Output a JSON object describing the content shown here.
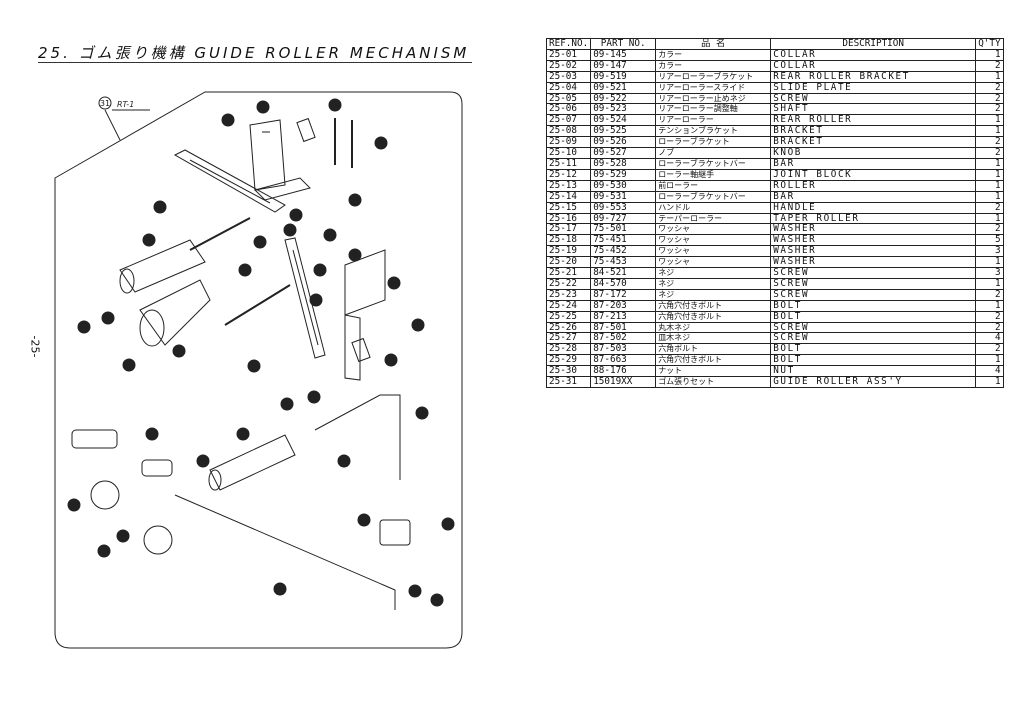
{
  "header": {
    "title": "25. ゴム張り機構 GUIDE ROLLER MECHANISM",
    "page_number": "-25-"
  },
  "drawing": {
    "frame_label": "RT-1",
    "frame_callout": "31"
  },
  "parts_table": {
    "columns": [
      "REF.NO.",
      "PART NO.",
      "品 名",
      "DESCRIPTION",
      "Q'TY"
    ],
    "rows": [
      {
        "ref": "25-01",
        "part": "09-145",
        "name": "カラー",
        "desc": "COLLAR",
        "qty": "1"
      },
      {
        "ref": "25-02",
        "part": "09-147",
        "name": "カラー",
        "desc": "COLLAR",
        "qty": "2"
      },
      {
        "ref": "25-03",
        "part": "09-519",
        "name": "リアーローラーブラケット",
        "desc": "REAR ROLLER BRACKET",
        "qty": "1"
      },
      {
        "ref": "25-04",
        "part": "09-521",
        "name": "リアーローラースライド",
        "desc": "SLIDE PLATE",
        "qty": "2"
      },
      {
        "ref": "25-05",
        "part": "09-522",
        "name": "リアーローラー止めネジ",
        "desc": "SCREW",
        "qty": "2"
      },
      {
        "ref": "25-06",
        "part": "09-523",
        "name": "リアーローラー調整軸",
        "desc": "SHAFT",
        "qty": "2"
      },
      {
        "ref": "25-07",
        "part": "09-524",
        "name": "リアーローラー",
        "desc": "REAR ROLLER",
        "qty": "1"
      },
      {
        "ref": "25-08",
        "part": "09-525",
        "name": "テンションブラケット",
        "desc": "BRACKET",
        "qty": "1"
      },
      {
        "ref": "25-09",
        "part": "09-526",
        "name": "ローラーブラケット",
        "desc": "BRACKET",
        "qty": "2"
      },
      {
        "ref": "25-10",
        "part": "09-527",
        "name": "ノブ",
        "desc": "KNOB",
        "qty": "2"
      },
      {
        "ref": "25-11",
        "part": "09-528",
        "name": "ローラーブラケットバー",
        "desc": "BAR",
        "qty": "1"
      },
      {
        "ref": "25-12",
        "part": "09-529",
        "name": "ローラー軸継手",
        "desc": "JOINT BLOCK",
        "qty": "1"
      },
      {
        "ref": "25-13",
        "part": "09-530",
        "name": "前ローラー",
        "desc": "ROLLER",
        "qty": "1"
      },
      {
        "ref": "25-14",
        "part": "09-531",
        "name": "ローラーブラケットバー",
        "desc": "BAR",
        "qty": "1"
      },
      {
        "ref": "25-15",
        "part": "09-553",
        "name": "ハンドル",
        "desc": "HANDLE",
        "qty": "2"
      },
      {
        "ref": "25-16",
        "part": "09-727",
        "name": "テーパーローラー",
        "desc": "TAPER ROLLER",
        "qty": "1"
      },
      {
        "ref": "25-17",
        "part": "75-501",
        "name": "ワッシャ",
        "desc": "WASHER",
        "qty": "2"
      },
      {
        "ref": "25-18",
        "part": "75-451",
        "name": "ワッシャ",
        "desc": "WASHER",
        "qty": "5"
      },
      {
        "ref": "25-19",
        "part": "75-452",
        "name": "ワッシャ",
        "desc": "WASHER",
        "qty": "3"
      },
      {
        "ref": "25-20",
        "part": "75-453",
        "name": "ワッシャ",
        "desc": "WASHER",
        "qty": "1"
      },
      {
        "ref": "25-21",
        "part": "84-521",
        "name": "ネジ",
        "desc": "SCREW",
        "qty": "3"
      },
      {
        "ref": "25-22",
        "part": "84-570",
        "name": "ネジ",
        "desc": "SCREW",
        "qty": "1"
      },
      {
        "ref": "25-23",
        "part": "87-172",
        "name": "ネジ",
        "desc": "SCREW",
        "qty": "2"
      },
      {
        "ref": "25-24",
        "part": "87-203",
        "name": "六角穴付きボルト",
        "desc": "BOLT",
        "qty": "1"
      },
      {
        "ref": "25-25",
        "part": "87-213",
        "name": "六角穴付きボルト",
        "desc": "BOLT",
        "qty": "2"
      },
      {
        "ref": "25-26",
        "part": "87-501",
        "name": "丸木ネジ",
        "desc": "SCREW",
        "qty": "2"
      },
      {
        "ref": "25-27",
        "part": "87-502",
        "name": "皿木ネジ",
        "desc": "SCREW",
        "qty": "4"
      },
      {
        "ref": "25-28",
        "part": "87-503",
        "name": "六角ボルト",
        "desc": "BOLT",
        "qty": "2"
      },
      {
        "ref": "25-29",
        "part": "87-663",
        "name": "六角穴付きボルト",
        "desc": "BOLT",
        "qty": "1"
      },
      {
        "ref": "25-30",
        "part": "88-176",
        "name": "ナット",
        "desc": "NUT",
        "qty": "4"
      },
      {
        "ref": "25-31",
        "part": "15019XX",
        "name": "ゴム張りセット",
        "desc": "GUIDE ROLLER ASS'Y",
        "qty": "1"
      }
    ]
  }
}
